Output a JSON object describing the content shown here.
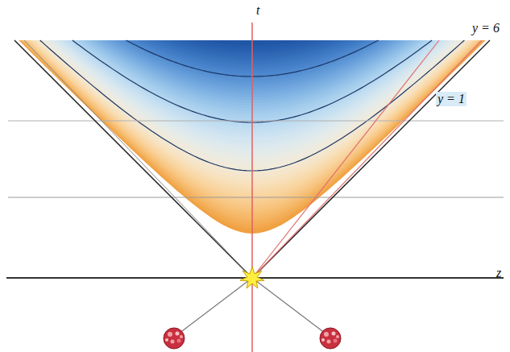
{
  "diagram": {
    "labels": [
      "t",
      "y = 6",
      "y = 1",
      "z"
    ]
  }
}
